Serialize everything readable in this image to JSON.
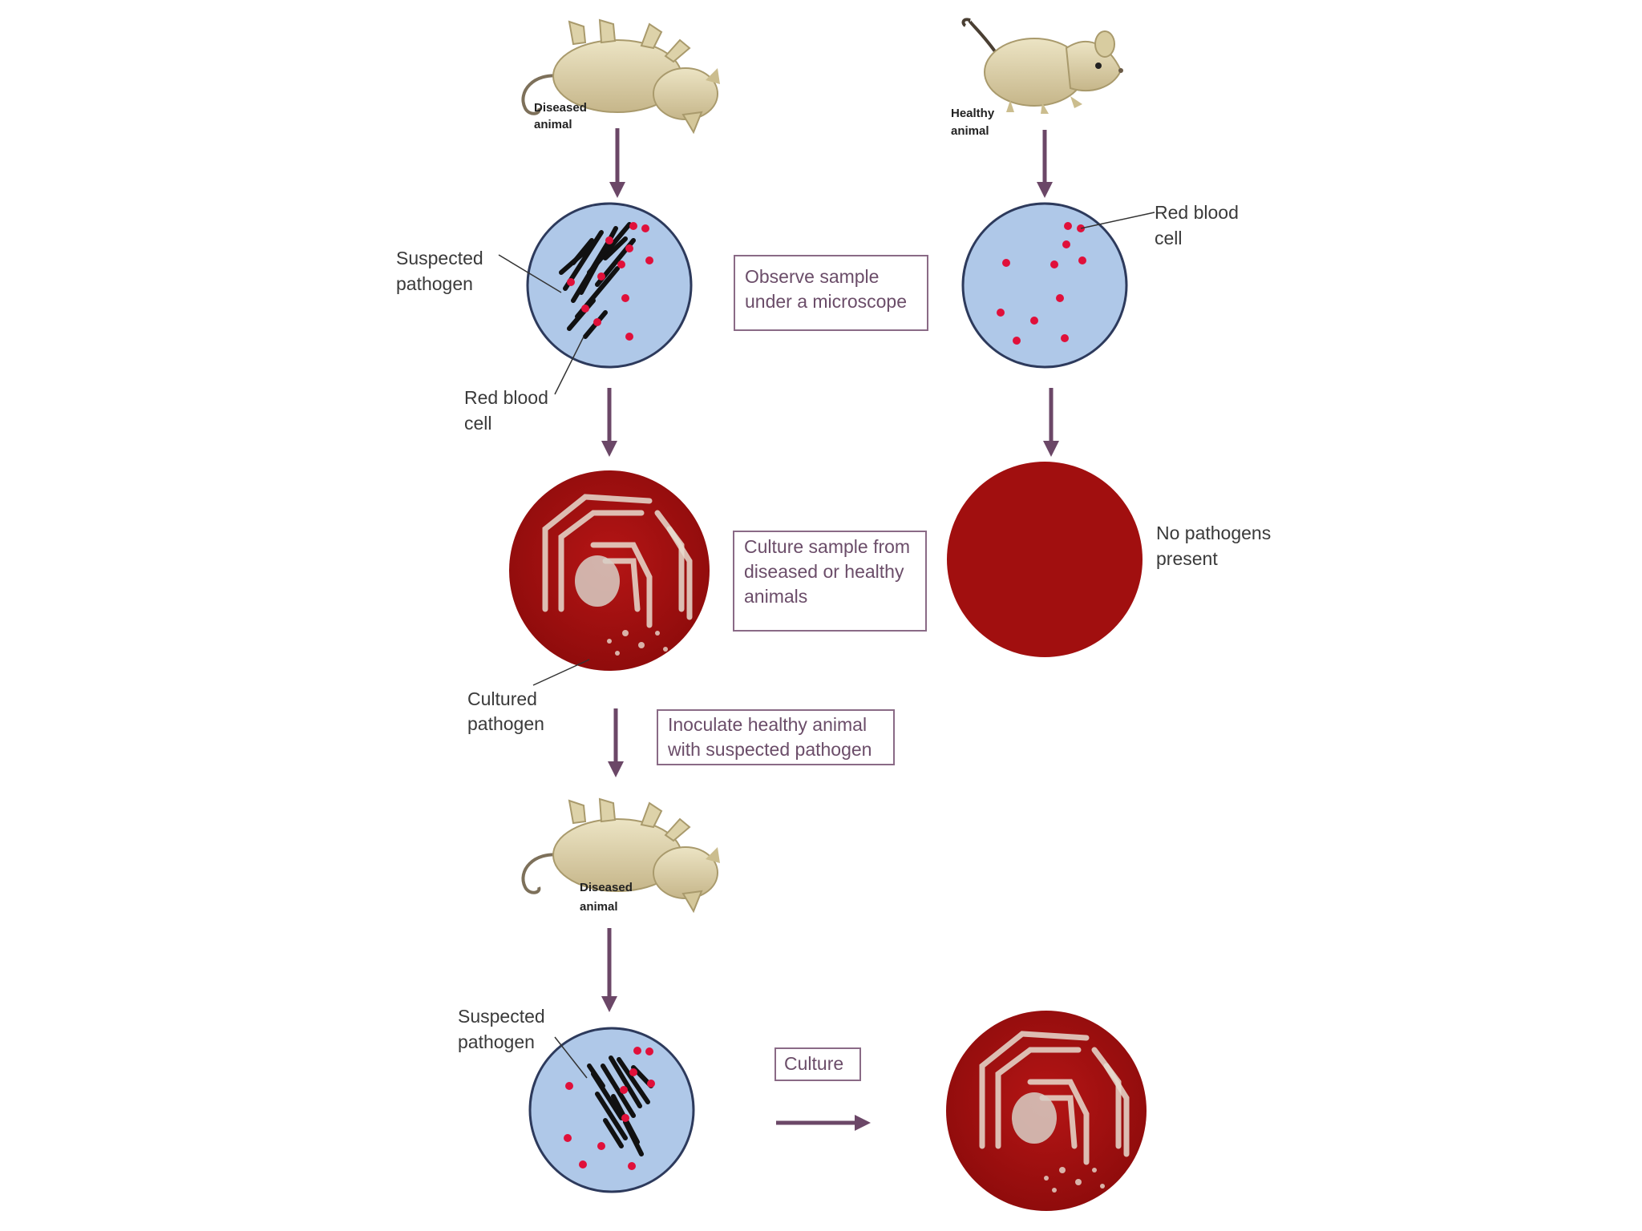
{
  "colors": {
    "arrow": "#6b4767",
    "box_border": "#8a6a86",
    "box_text": "#6b4d69",
    "slide_fill": "#afc8e8",
    "slide_stroke": "#2d3a5c",
    "red_blood_cell": "#e0103a",
    "pathogen": "#111111",
    "agar_plate": "#a10f0f",
    "mouse_body": "#ddd2a9",
    "mouse_shade": "#b8a97a"
  },
  "left_column": {
    "diseased_animal_label": [
      "Diseased",
      "animal"
    ],
    "suspected_pathogen_label": [
      "Suspected",
      "pathogen"
    ],
    "red_blood_cell_label": [
      "Red blood",
      "cell"
    ],
    "cultured_pathogen_label": [
      "Cultured",
      "pathogen"
    ],
    "diseased_animal_2_label": [
      "Diseased",
      "animal"
    ],
    "suspected_pathogen_2_label": [
      "Suspected",
      "pathogen"
    ]
  },
  "right_column": {
    "healthy_animal_label": [
      "Healthy",
      "animal"
    ],
    "red_blood_cell_label": [
      "Red blood",
      "cell"
    ],
    "no_pathogens_label": [
      "No pathogens",
      "present"
    ]
  },
  "steps": {
    "observe": [
      "Observe sample",
      "under a microscope"
    ],
    "culture_sample": [
      "Culture sample from",
      "diseased or healthy",
      "animals"
    ],
    "inoculate": [
      "Inoculate healthy animal",
      "with suspected pathogen"
    ],
    "culture": "Culture"
  }
}
